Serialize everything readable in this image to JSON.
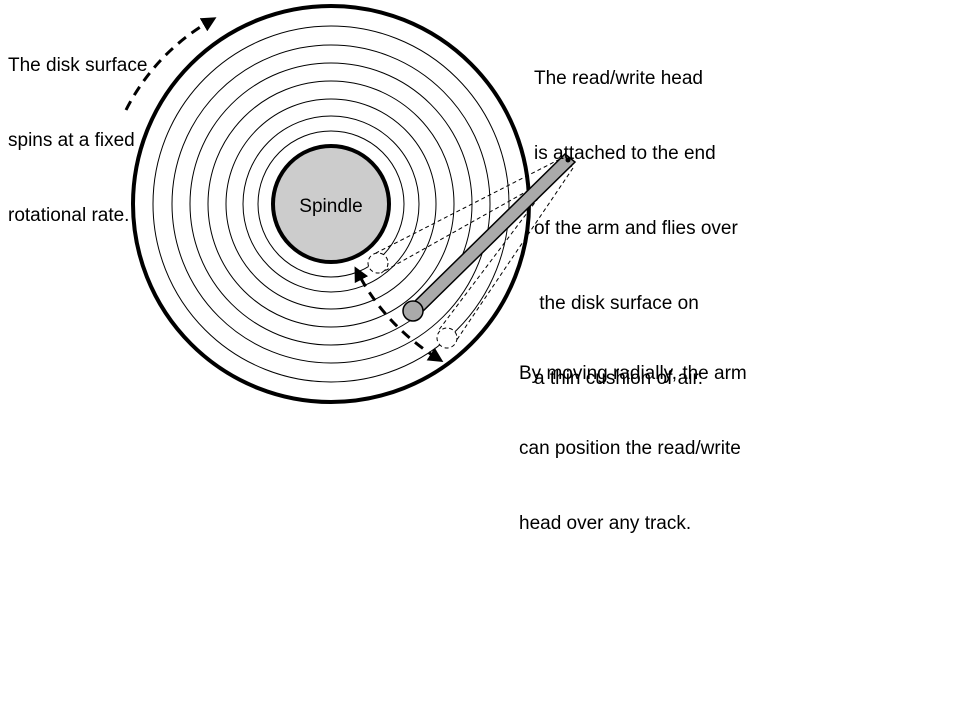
{
  "diagram": {
    "spindle_label": "Spindle",
    "captions": {
      "spin": [
        "The disk surface",
        "spins at a fixed",
        "rotational rate."
      ],
      "head": [
        "The read/write head",
        "is attached to the end",
        "of the arm and flies over",
        " the disk surface on",
        "a thin cushion of air."
      ],
      "move": [
        "By moving radially, the arm",
        "can position the read/write",
        "head over any track."
      ]
    },
    "colors": {
      "stroke": "#000000",
      "spindle_fill": "#cccccc",
      "arm_fill": "#aaaaaa",
      "background": "#ffffff"
    }
  }
}
